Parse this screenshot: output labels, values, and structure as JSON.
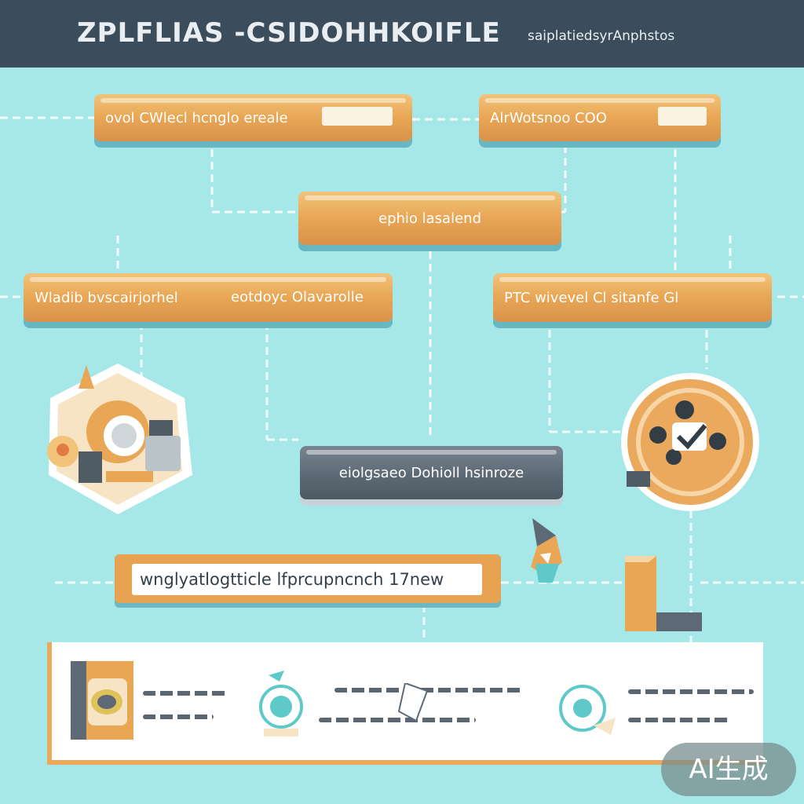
{
  "header": {
    "title": "ZPLFLIAS -CSIDOHHKOIFLE",
    "subtitle": "saiplatiedsyrAnphstos"
  },
  "nodes": {
    "top_left": {
      "label": "ovol CWlecl hcnglo ereale"
    },
    "top_right": {
      "label": "AlrWotsnoo COO"
    },
    "middle": {
      "label": "ephio lasalend"
    },
    "row2_left": {
      "label_a": "Wladib bvscairjorhel",
      "label_b": "eotdoyc Olavarolle"
    },
    "row2_right": {
      "label": "PTC wivevel Cl sitanfe Gl"
    },
    "gray_bar": {
      "label": "eiolgsaeo Dohioll hsinroze"
    },
    "wide_bar": {
      "label": "wnglyatlogtticle lfprcupncnch 17new"
    }
  },
  "watermark": "AI生成",
  "colors": {
    "background": "#a6e8e8",
    "header": "#3b4c5a",
    "accent_orange": "#e9a756",
    "accent_gray": "#5d6a75",
    "accent_teal": "#5fc9c9"
  }
}
